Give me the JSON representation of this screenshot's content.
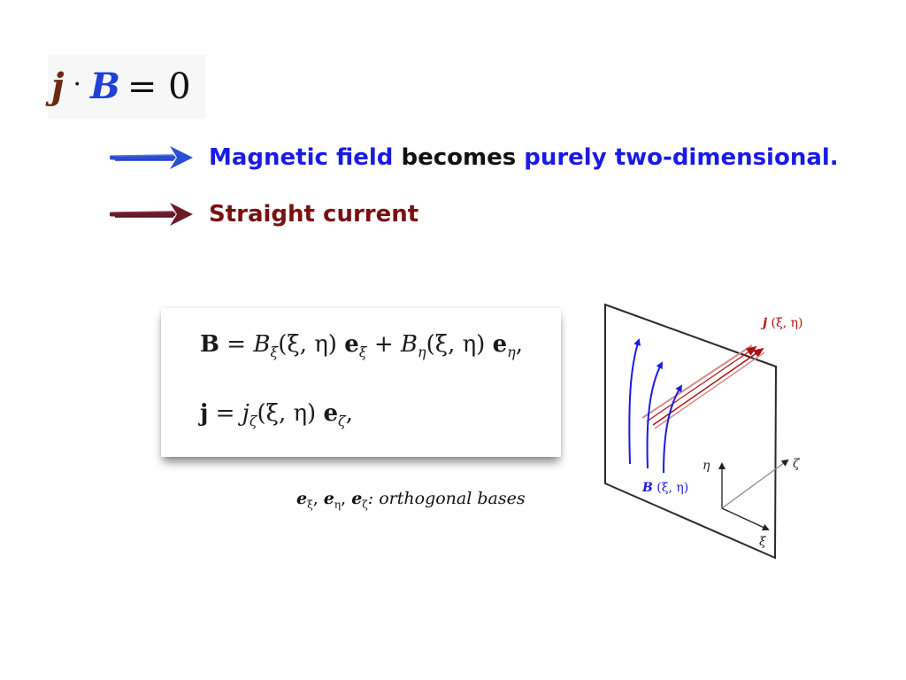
{
  "condition": {
    "j": "j",
    "dot": "·",
    "b": "B",
    "rhs": "= 0"
  },
  "bullets": [
    {
      "parts": [
        {
          "text": "Magnetic field",
          "color": "#1a1ae6"
        },
        {
          "text": " becomes ",
          "color": "#111111"
        },
        {
          "text": "purely two-dimensional.",
          "color": "#1a1ae6"
        }
      ],
      "arrow_color": "#2a4fd0"
    },
    {
      "parts": [
        {
          "text": "Straight current",
          "color": "#7a1010"
        }
      ],
      "arrow_color": "#6b1a2a"
    }
  ],
  "equations": {
    "b_eq": {
      "lhs": "B",
      "equals": " = ",
      "t1": "B",
      "s1": "ξ",
      "a1": "(ξ, η) ",
      "e1": "e",
      "es1": "ξ",
      "plus": " + ",
      "t2": "B",
      "s2": "η",
      "a2": "(ξ, η) ",
      "e2": "e",
      "es2": "η",
      "end": ","
    },
    "j_eq": {
      "lhs": "j",
      "equals": " = ",
      "t1": "j",
      "s1": "ζ",
      "a1": "(ξ, η) ",
      "e1": "e",
      "es1": "ζ",
      "end": ","
    }
  },
  "bases_caption": {
    "e": "e",
    "s1": "ξ",
    "s2": "η",
    "s3": "ζ",
    "sep": ", ",
    "label": ": orthogonal bases"
  },
  "diagram": {
    "j_label": "j",
    "j_args": " (ξ, η)",
    "b_label": "B",
    "b_args": " (ξ, η)",
    "axis_eta": "η",
    "axis_zeta": "ζ",
    "axis_xi": "ξ",
    "colors": {
      "field": "#1a1ae6",
      "current": "#b01010"
    }
  }
}
